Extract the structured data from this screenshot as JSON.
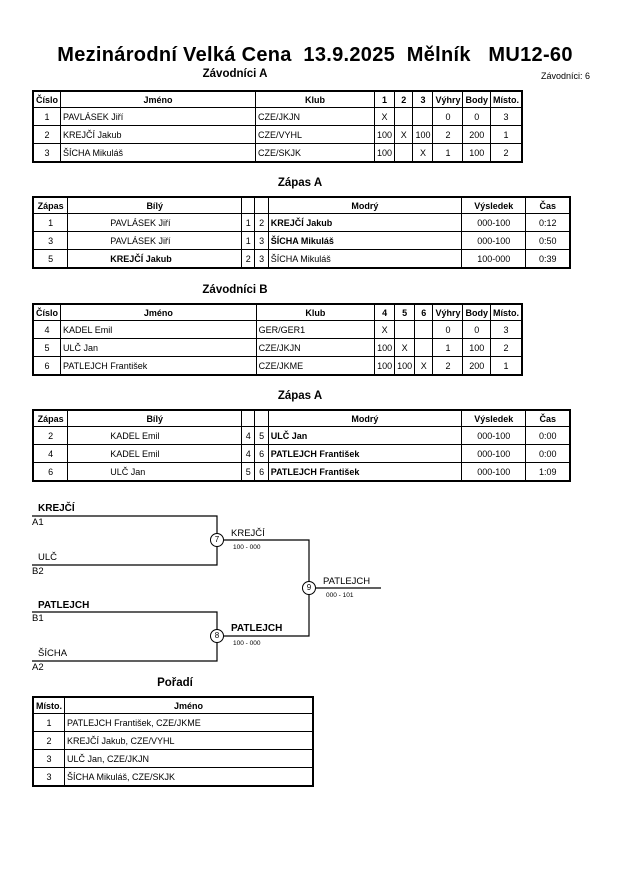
{
  "header": {
    "title": "Mezinárodní Velká Cena  13.9.2025  Mělník   MU12-60"
  },
  "groupA": {
    "title": "Závodníci A",
    "count": "Závodníci: 6",
    "headers": [
      "Číslo",
      "Jméno",
      "Klub",
      "1",
      "2",
      "3",
      "Výhry",
      "Body",
      "Místo."
    ],
    "rows": [
      [
        "1",
        "PAVLÁSEK Jiří",
        "CZE/JKJN",
        "X",
        "",
        "",
        "0",
        "0",
        "3"
      ],
      [
        "2",
        "KREJČÍ Jakub",
        "CZE/VYHL",
        "100",
        "X",
        "100",
        "2",
        "200",
        "1"
      ],
      [
        "3",
        "ŠÍCHA Mikuláš",
        "CZE/SKJK",
        "100",
        "",
        "X",
        "1",
        "100",
        "2"
      ]
    ]
  },
  "matchesA": {
    "title": "Zápas A",
    "headers": [
      "Zápas",
      "Bílý",
      "",
      "",
      "Modrý",
      "Výsledek",
      "Čas"
    ],
    "rows": [
      [
        "1",
        "PAVLÁSEK Jiří",
        "1",
        "2",
        "KREJČÍ Jakub",
        "000-100",
        "0:12"
      ],
      [
        "3",
        "PAVLÁSEK Jiří",
        "1",
        "3",
        "ŠÍCHA Mikuláš",
        "000-100",
        "0:50"
      ],
      [
        "5",
        "KREJČÍ Jakub",
        "2",
        "3",
        "ŠÍCHA Mikuláš",
        "100-000",
        "0:39"
      ]
    ]
  },
  "groupB": {
    "title": "Závodníci B",
    "headers": [
      "Číslo",
      "Jméno",
      "Klub",
      "4",
      "5",
      "6",
      "Výhry",
      "Body",
      "Místo."
    ],
    "rows": [
      [
        "4",
        "KADEL Emil",
        "GER/GER1",
        "X",
        "",
        "",
        "0",
        "0",
        "3"
      ],
      [
        "5",
        "ULČ Jan",
        "CZE/JKJN",
        "100",
        "X",
        "",
        "1",
        "100",
        "2"
      ],
      [
        "6",
        "PATLEJCH František",
        "CZE/JKME",
        "100",
        "100",
        "X",
        "2",
        "200",
        "1"
      ]
    ]
  },
  "matchesB": {
    "title": "Zápas A",
    "headers": [
      "Zápas",
      "Bílý",
      "",
      "",
      "Modrý",
      "Výsledek",
      "Čas"
    ],
    "rows": [
      [
        "2",
        "KADEL Emil",
        "4",
        "5",
        "ULČ Jan",
        "000-100",
        "0:00"
      ],
      [
        "4",
        "KADEL Emil",
        "4",
        "6",
        "PATLEJCH František",
        "000-100",
        "0:00"
      ],
      [
        "6",
        "ULČ Jan",
        "5",
        "6",
        "PATLEJCH František",
        "000-100",
        "1:09"
      ]
    ]
  },
  "bracket": {
    "top1": "KREJČÍ",
    "top1_seed": "A1",
    "top2": "ULČ",
    "top2_seed": "B2",
    "bot1": "PATLEJCH",
    "bot1_seed": "B1",
    "bot2": "ŠÍCHA",
    "bot2_seed": "A2",
    "m7": "7",
    "w7": "KREJČÍ",
    "s7": "100 - 000",
    "m8": "8",
    "w8": "PATLEJCH",
    "s8": "100 - 000",
    "m9": "9",
    "w9": "PATLEJCH",
    "s9": "000 - 101"
  },
  "ranking": {
    "title": "Pořadí",
    "headers": [
      "Místo.",
      "Jméno"
    ],
    "rows": [
      [
        "1",
        "PATLEJCH František, CZE/JKME"
      ],
      [
        "2",
        "KREJČÍ Jakub, CZE/VYHL"
      ],
      [
        "3",
        "ULČ Jan, CZE/JKJN"
      ],
      [
        "3",
        "ŠÍCHA Mikuláš, CZE/SKJK"
      ]
    ]
  }
}
